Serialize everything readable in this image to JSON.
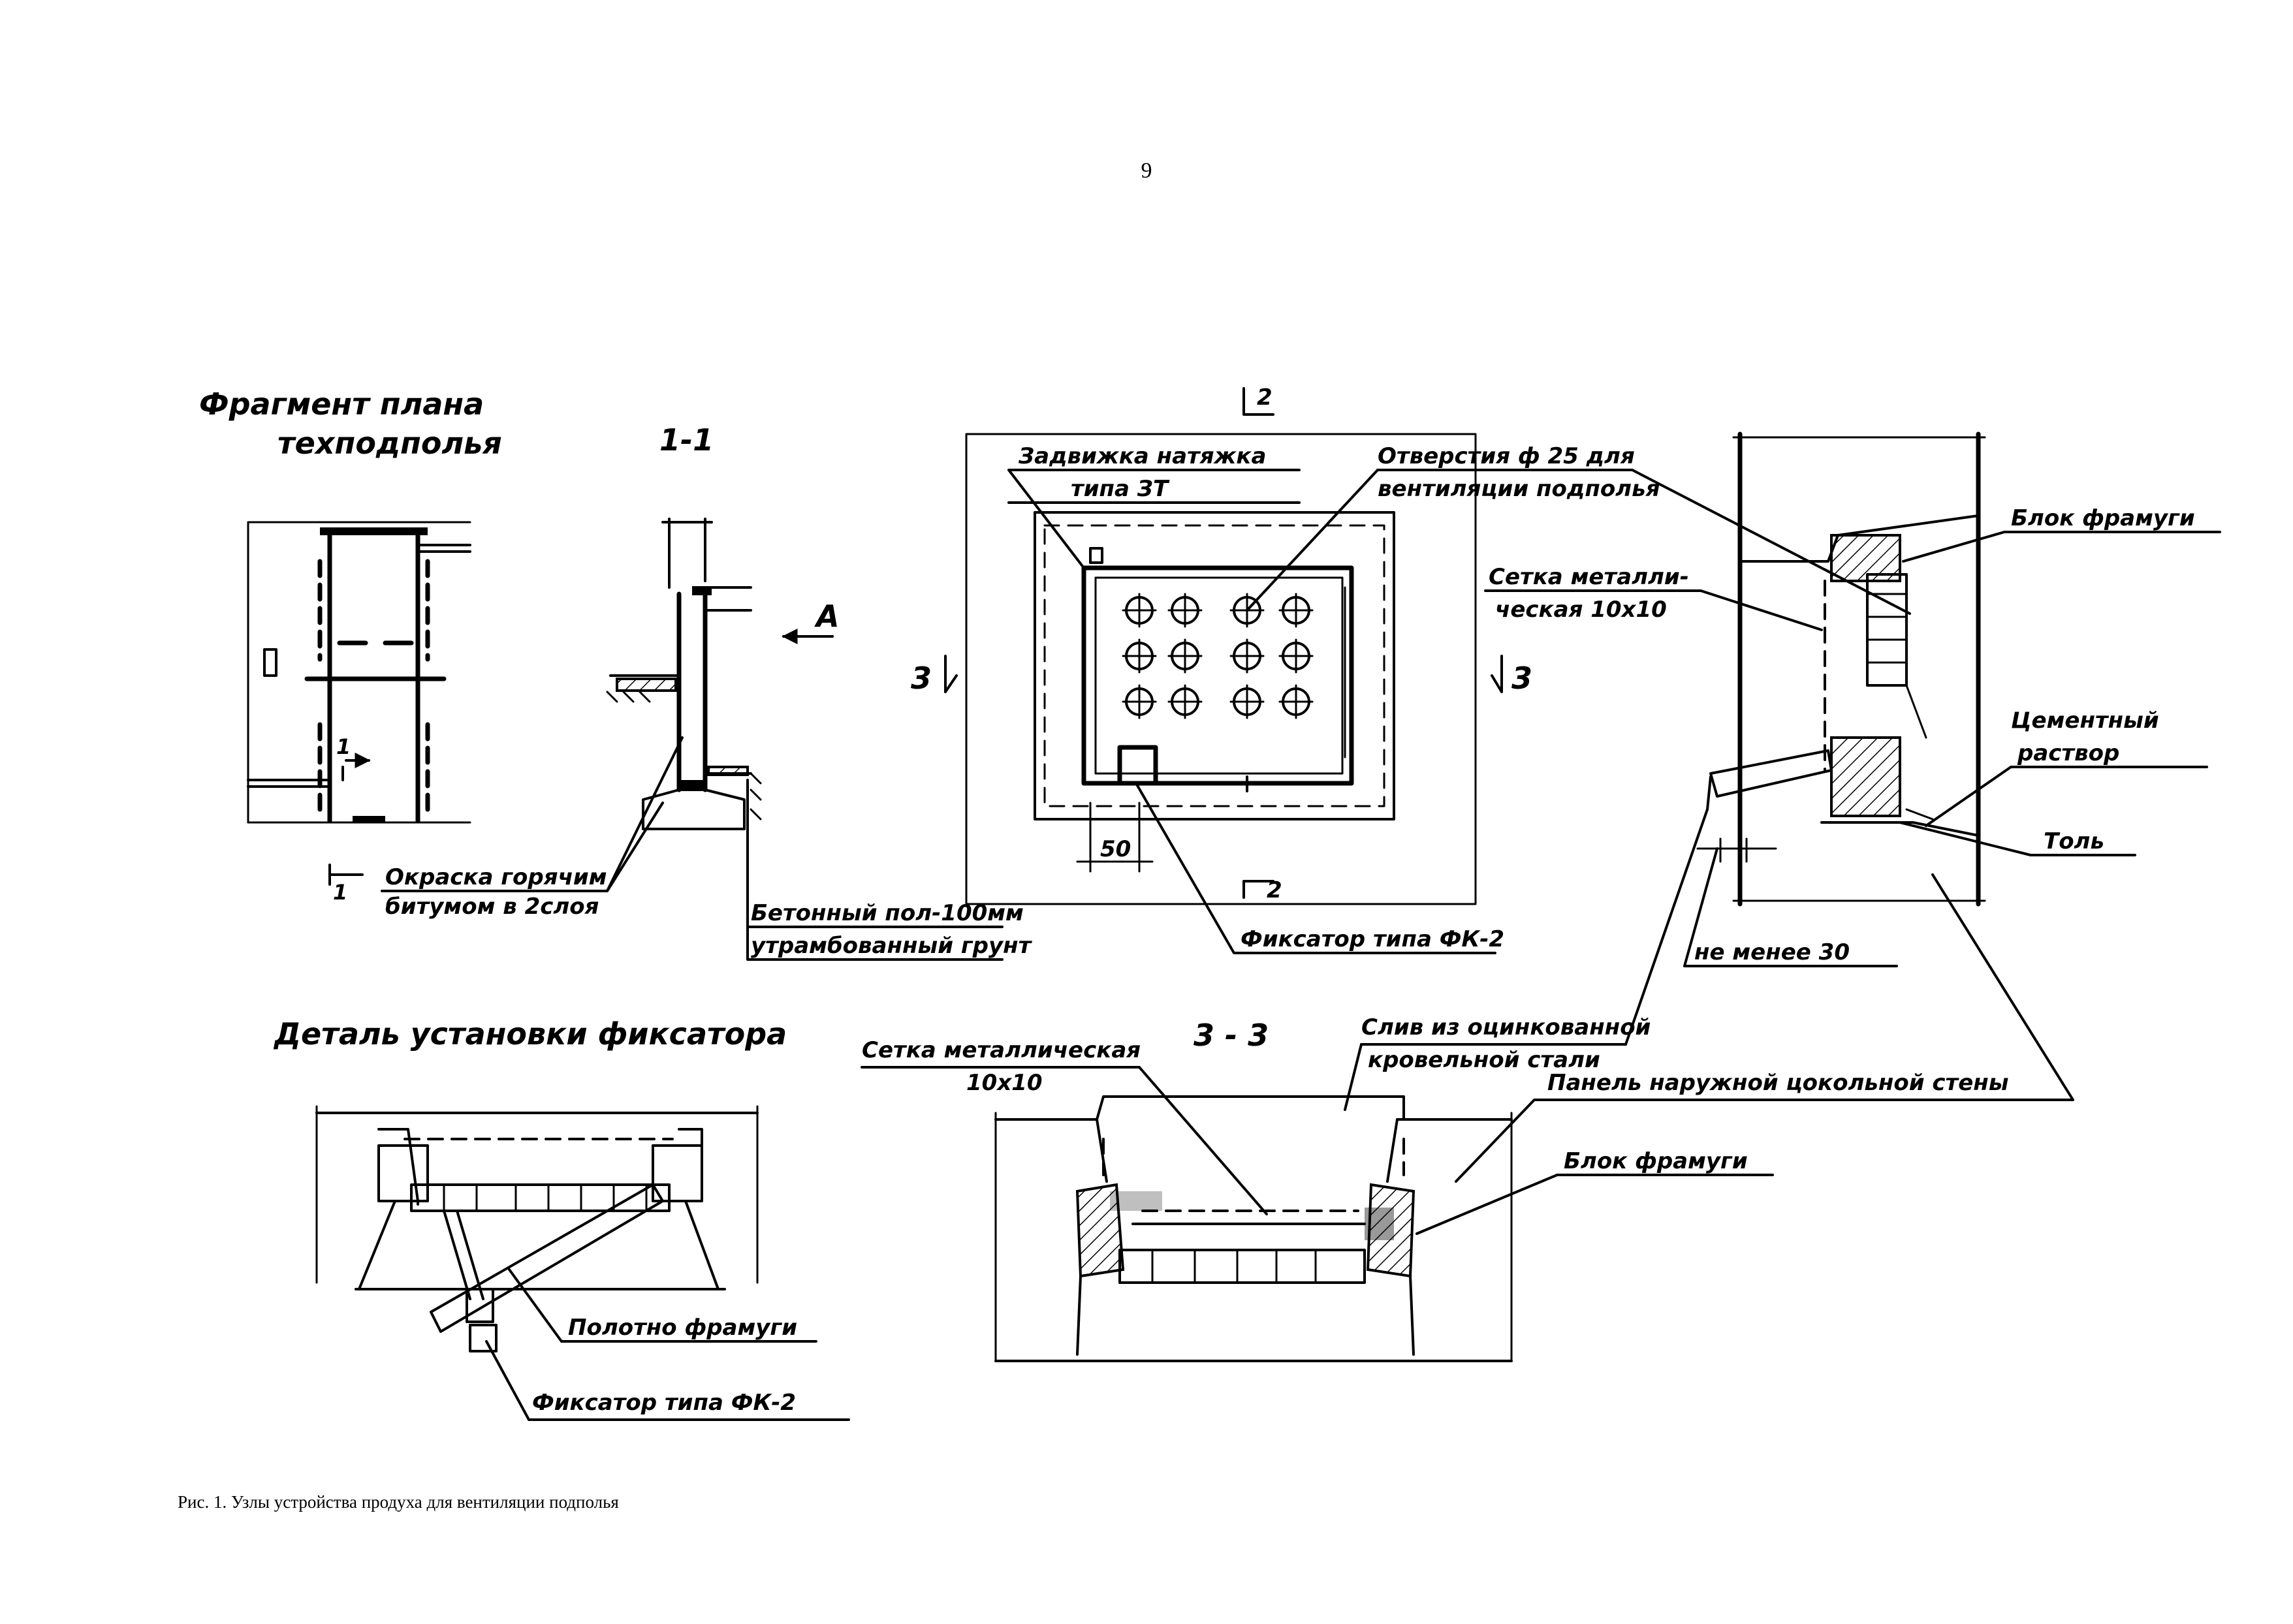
{
  "page_number": "9",
  "caption": "Рис. 1. Узлы устройства продуха для вентиляции подполья",
  "titles": {
    "plan_fragment_line1": "Фрагмент плана",
    "plan_fragment_line2": "техподполья",
    "section_1_1": "1-1",
    "fixer_detail": "Деталь установки фиксатора",
    "section_3_3": "3 - 3"
  },
  "marks": {
    "cut1": "1",
    "cut2": "2",
    "cut3_left": "3",
    "cut3_right": "3",
    "view_a": "А",
    "dim_50": "50"
  },
  "labels": {
    "bitumen_l1": "Окраска горячим",
    "bitumen_l2": "битумом в 2слоя",
    "floor_l1": "Бетонный пол-100мм",
    "floor_l2": "утрамбованный грунт",
    "latch_l1": "Задвижка натяжка",
    "latch_l2": "типа ЗТ",
    "holes_l1": "Отверстия ф 25 для",
    "holes_l2": "вентиляции подполья",
    "mesh_l1": "Сетка металли-",
    "mesh_l2": "ческая 10х10",
    "fixer_fk2": "Фиксатор типа ФК-2",
    "block_top": "Блок фрамуги",
    "cement_l1": "Цементный",
    "cement_l2": "раствор",
    "tol": "Толь",
    "min30": "не менее 30",
    "drip_l1": "Слив из оцинкованной",
    "drip_l2": "кровельной стали",
    "mesh33_l1": "Сетка металлическая",
    "mesh33_l2": "10х10",
    "panel": "Панель наружной цокольной стены",
    "block33": "Блок фрамуги",
    "sash": "Полотно фрамуги",
    "fixer_fk2_b": "Фиксатор типа ФК-2"
  }
}
